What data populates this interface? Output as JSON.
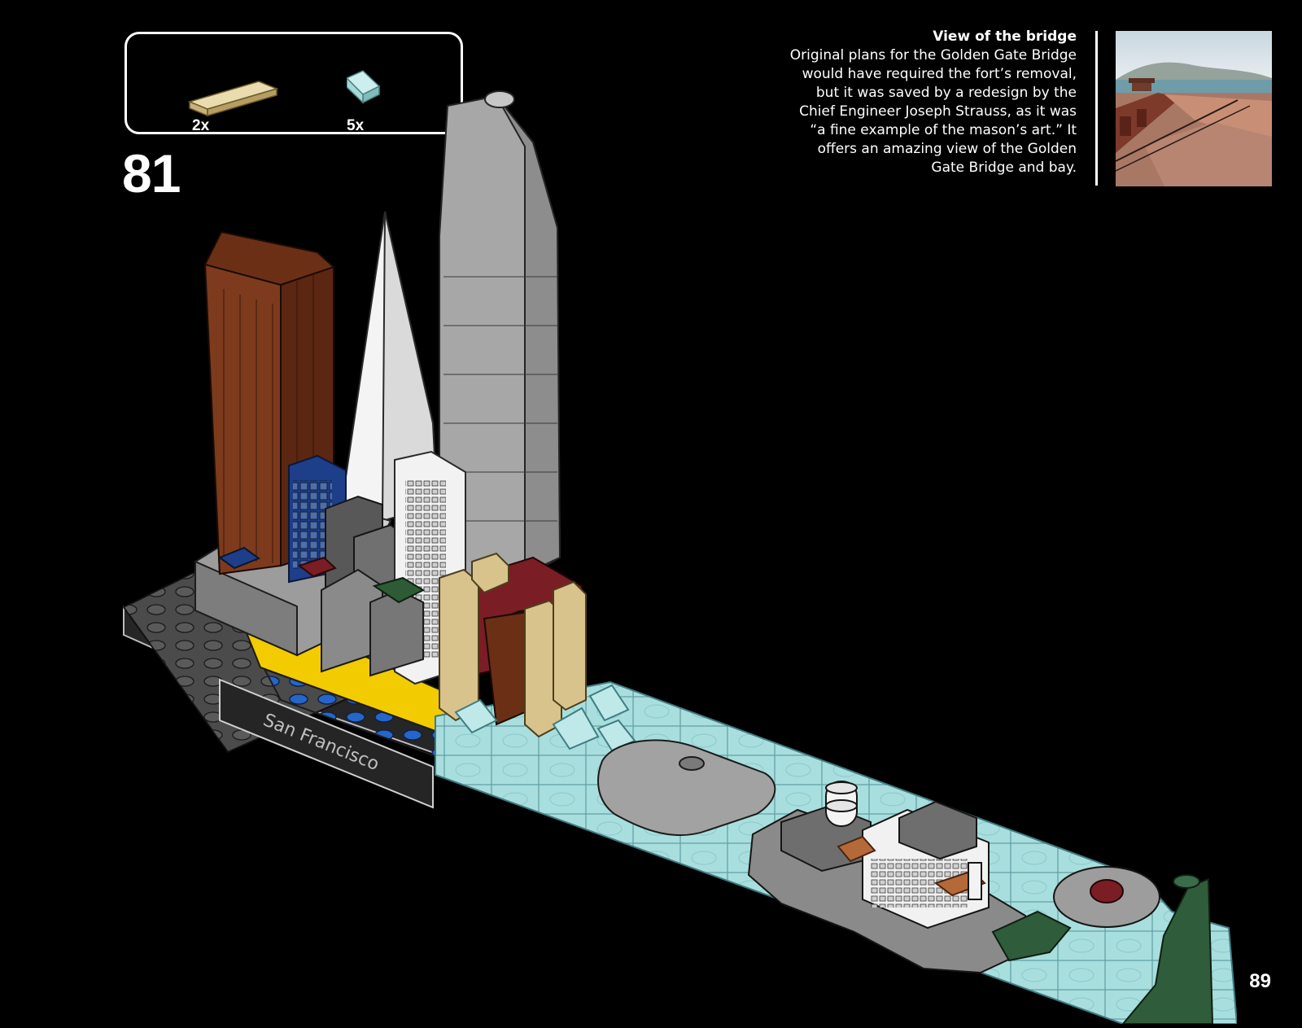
{
  "parts": [
    {
      "name": "tan-tile-1x4",
      "quantity": "2x",
      "color": "#d8c38d"
    },
    {
      "name": "trans-light-blue-slope",
      "quantity": "5x",
      "color": "#9ed7d5"
    }
  ],
  "step": {
    "number": "81"
  },
  "info": {
    "title": "View of the bridge",
    "body": "Original plans for the Golden Gate Bridge would have required the fort’s removal, but it was saved by a redesign by the Chief Engineer Joseph Strauss, as it was “a fine example of the mason’s art.” It offers an amazing view of the Golden Gate Bridge and bay."
  },
  "model": {
    "base_label": "San Francisco",
    "colors": {
      "base_black": "#2a2a2a",
      "trans_blue": "#a9dede",
      "brown": "#6b2f16",
      "light_gray": "#a7a7a7",
      "white": "#f2f2f2",
      "blue": "#1d3e88",
      "yellow": "#f2cb00",
      "dark_red": "#7b1d24",
      "tan": "#d8c38d",
      "dark_green": "#2f5c3b"
    }
  },
  "page": {
    "number": "89"
  }
}
